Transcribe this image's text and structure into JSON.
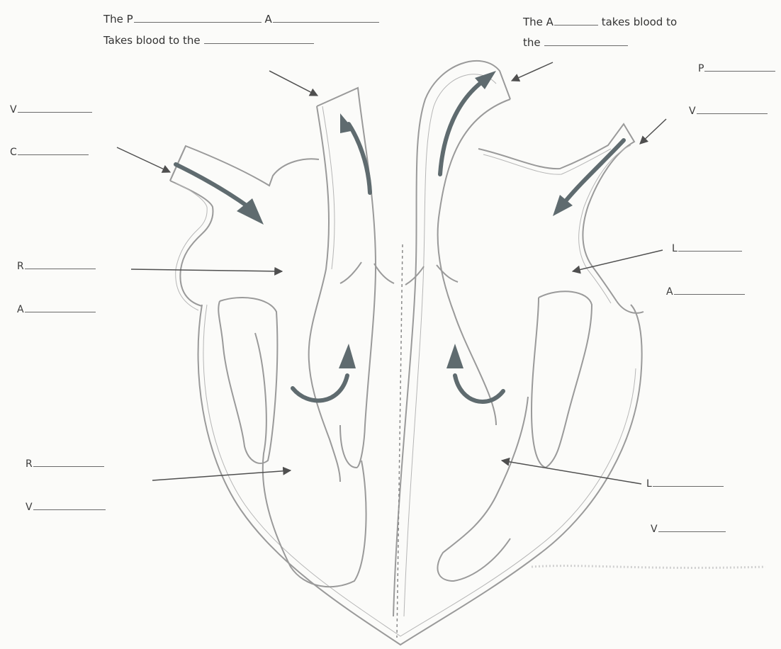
{
  "top_left": {
    "line1_prefix": "The P",
    "line1_mid": "A",
    "line2_prefix": "Takes blood to the"
  },
  "top_right": {
    "line1_prefix": "The A",
    "line1_suffix": "takes blood to",
    "line2_prefix": "the"
  },
  "left_labels": {
    "v": "V",
    "c": "C",
    "r": "R",
    "a": "A",
    "r2": "R",
    "v2": "V"
  },
  "right_labels": {
    "p": "P",
    "v": "V",
    "l": "L",
    "a": "A",
    "l2": "L",
    "v2": "V"
  },
  "colors": {
    "line": "#9a9a9a",
    "arrow_dark": "#5f6b6f",
    "pointer": "#4f4f4f"
  }
}
